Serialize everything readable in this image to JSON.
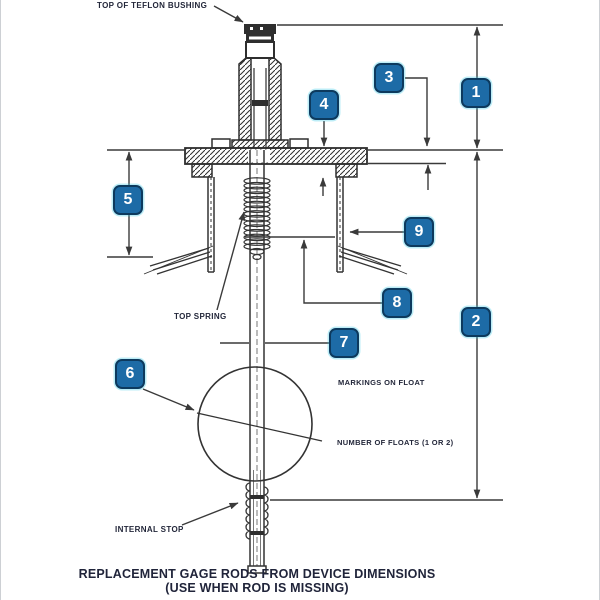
{
  "figure": {
    "title_line1": "REPLACEMENT GAGE RODS FROM DEVICE DIMENSIONS",
    "title_line2": "(USE WHEN ROD IS MISSING)"
  },
  "annotations": {
    "top_of_teflon_bushing": "TOP OF TEFLON BUSHING",
    "top_spring": "TOP SPRING",
    "markings_on_float": "MARKINGS ON FLOAT",
    "number_of_floats": "NUMBER OF FLOATS (1 OR 2)",
    "internal_stop": "INTERNAL STOP"
  },
  "callouts": [
    "1",
    "2",
    "3",
    "4",
    "5",
    "6",
    "7",
    "8",
    "9"
  ],
  "colors": {
    "callout_fill": "#1d6ba6",
    "callout_border": "#0d3a5e",
    "callout_glow": "#35c8e8",
    "callout_text": "#ffffff",
    "line_color": "#333333",
    "label_color": "#23273a"
  }
}
